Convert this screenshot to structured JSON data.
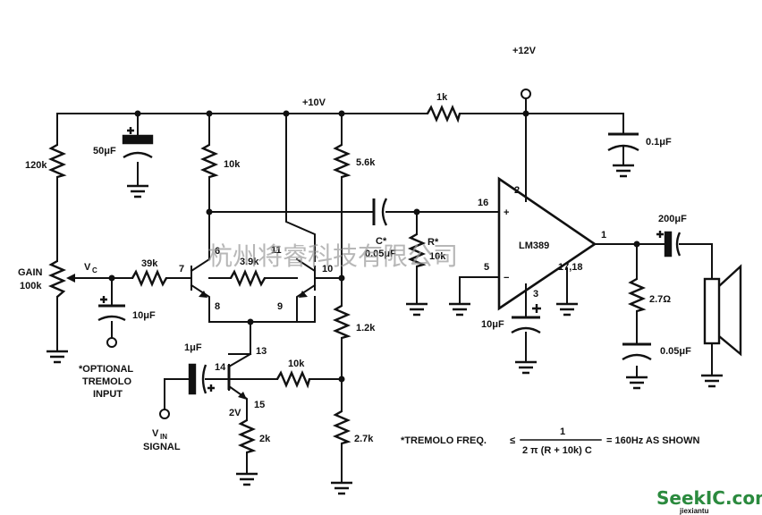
{
  "labels": {
    "vcc_12": "+12V",
    "vcc_10": "+10V",
    "r_1k": "1k",
    "c_01": "0.1μF",
    "c_50": "50μF",
    "r_120k": "120k",
    "r_10k_top": "10k",
    "r_56k": "5.6k",
    "c_star": "C*",
    "c_star_val": "0.05μF",
    "r_star": "R*",
    "r_star_val": "10k",
    "pin16": "16",
    "pin2": "2",
    "pin5": "5",
    "pin3": "3",
    "pin1": "1",
    "pin1718": "17,18",
    "chip": "LM389",
    "c_200": "200μF",
    "r_27ohm": "2.7Ω",
    "c_005": "0.05μF",
    "c_10_amp": "10μF",
    "gain": "GAIN",
    "gain_val": "100k",
    "vc": "V",
    "vc_sub": "C",
    "r_39k": "39k",
    "r_39k_b": "3.9k",
    "pin7": "7",
    "pin6": "6",
    "pin11": "11",
    "pin10": "10",
    "pin8": "8",
    "pin9": "9",
    "pin13": "13",
    "pin14": "14",
    "pin15": "15",
    "c_10_trem": "10μF",
    "r_12k": "1.2k",
    "c_1": "1μF",
    "r_10k_mid": "10k",
    "v2": "2V",
    "r_2k": "2k",
    "r_27k": "2.7k",
    "opt1": "*OPTIONAL",
    "opt2": "TREMOLO",
    "opt3": "INPUT",
    "vin": "V",
    "vin_sub": "IN",
    "signal": "SIGNAL",
    "formula_prefix": "*TREMOLO FREQ.",
    "formula_le": "≤",
    "formula_num": "1",
    "formula_den": "2 π (R + 10k) C",
    "formula_result": "= 160Hz AS SHOWN",
    "plus": "+",
    "minus": "−"
  },
  "watermark": {
    "chinese": "杭州将睿科技有限公司",
    "logo": "SeekIC.com",
    "logo_sub": "jiexiantu"
  }
}
